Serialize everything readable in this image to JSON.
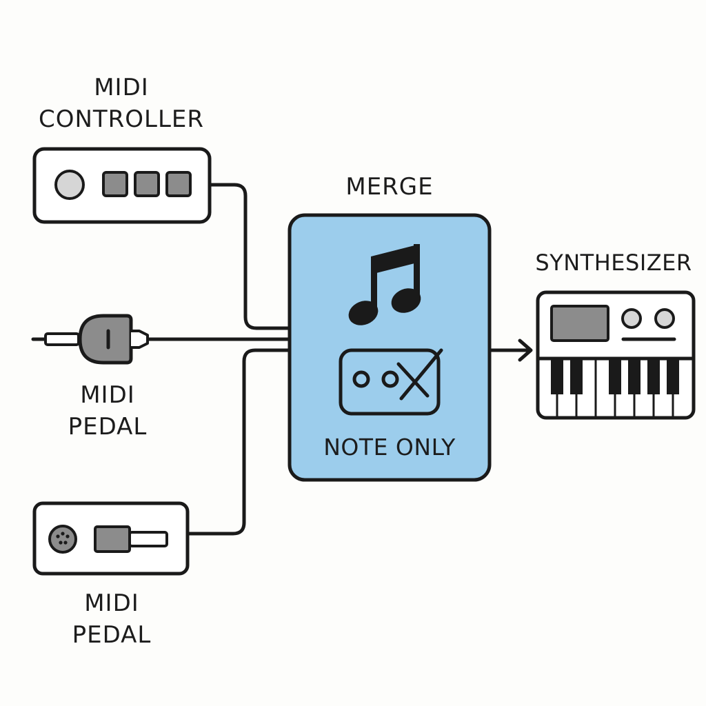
{
  "nodes": {
    "midi_controller": {
      "label_lines": [
        "MIDI",
        "CONTROLLER"
      ],
      "icon": "controller-box-icon"
    },
    "midi_pedal_plug": {
      "label_lines": [
        "MIDI",
        "PEDAL"
      ],
      "icon": "jack-plug-icon"
    },
    "midi_pedal_box": {
      "label_lines": [
        "MIDI",
        "PEDAL"
      ],
      "icon": "pedal-box-icon"
    },
    "merge": {
      "title": "MERGE",
      "filter_label": "NOTE ONLY",
      "icons": [
        "music-note-icon",
        "filter-x-icon"
      ]
    },
    "synthesizer": {
      "label": "SYNTHESIZER",
      "icon": "keyboard-synth-icon"
    }
  },
  "colors": {
    "stroke": "#1a1a1a",
    "merge_fill": "#9ccdec",
    "control_gray": "#8c8c8c",
    "knob_gray": "#d6d6d6",
    "background": "#fdfdfb"
  }
}
